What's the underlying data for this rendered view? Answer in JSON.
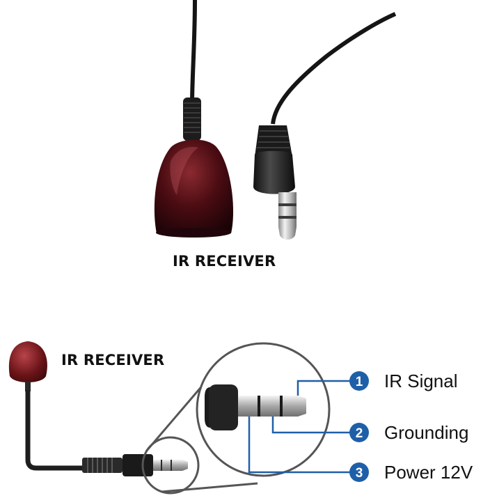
{
  "photo": {
    "caption": "IR RECEIVER"
  },
  "diagram": {
    "caption": "IR RECEIVER",
    "pins": [
      {
        "number": "1",
        "label": "IR Signal"
      },
      {
        "number": "2",
        "label": "Grounding"
      },
      {
        "number": "3",
        "label": "Power 12V"
      }
    ]
  },
  "colors": {
    "badge": "#1f5fa8",
    "wire": "#1e1e1e",
    "receiver": "#5a1116",
    "leader_line": "#1f5fa8",
    "metal": "#bfbfbf"
  }
}
